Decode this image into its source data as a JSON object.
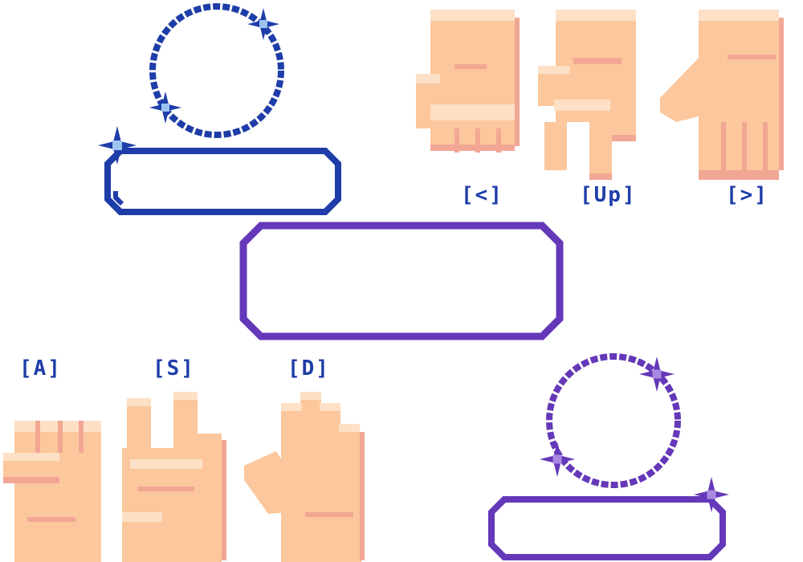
{
  "theme": {
    "blue": "#1e3da8",
    "blue_sparkle": "#9cc4f2",
    "purple": "#6438b8",
    "purple_sparkle": "#a98ae0",
    "skin": "#fcc79c",
    "skin_shadow": "#f2a794",
    "skin_highlight": "#fde0c6",
    "label": "#1e3da8"
  },
  "top_hands": [
    {
      "gesture": "fist",
      "key_label": "[<]"
    },
    {
      "gesture": "peace",
      "key_label": "[Up]"
    },
    {
      "gesture": "open-palm",
      "key_label": "[>]"
    }
  ],
  "bottom_hands": [
    {
      "gesture": "fist",
      "key_label": "[A]"
    },
    {
      "gesture": "peace",
      "key_label": "[S]"
    },
    {
      "gesture": "open-palm",
      "key_label": "[D]"
    }
  ],
  "frames": [
    {
      "kind": "avatar-ring",
      "color": "blue"
    },
    {
      "kind": "name-plate",
      "color": "blue"
    },
    {
      "kind": "dialog-box",
      "color": "purple"
    },
    {
      "kind": "avatar-ring",
      "color": "purple"
    },
    {
      "kind": "name-plate",
      "color": "purple"
    }
  ]
}
